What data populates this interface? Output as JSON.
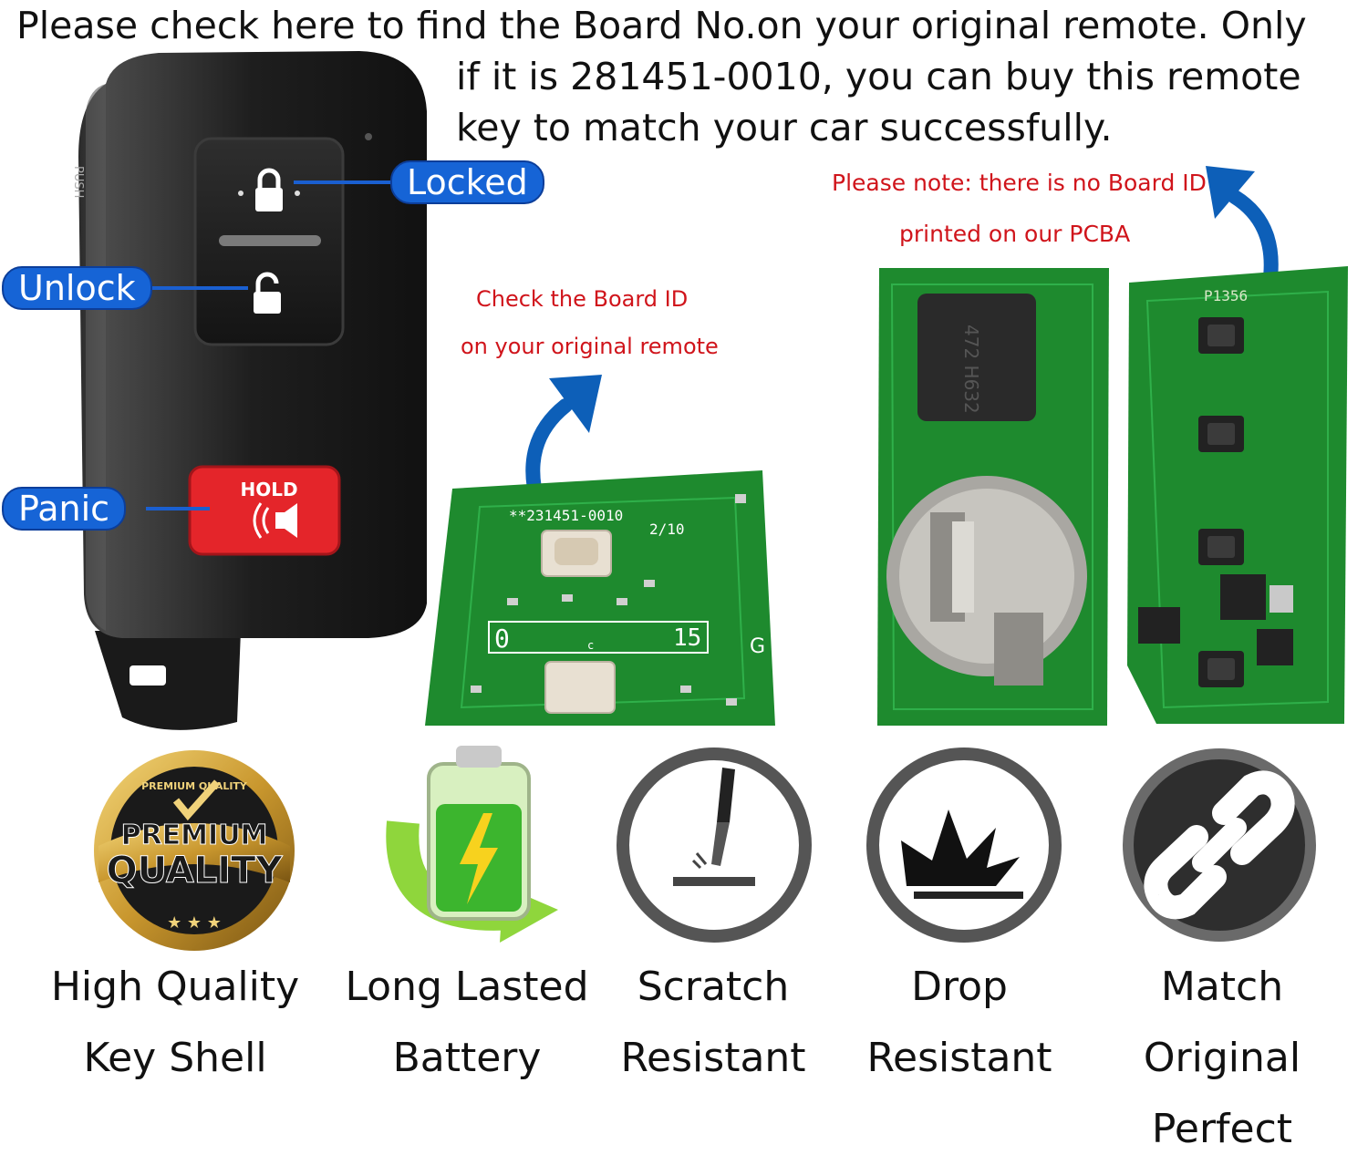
{
  "heading": {
    "line1": "Please check here to find the Board No.on your original remote. Only",
    "line2": "if it is 281451-0010, you can buy this remote",
    "line3": "key to match your car successfully."
  },
  "fob": {
    "callouts": {
      "locked": "Locked",
      "unlock": "Unlock",
      "panic": "Panic"
    },
    "side_label": "PUSH",
    "panic_button_text": "HOLD"
  },
  "notes": {
    "check_line1": "Check the Board ID",
    "check_line2": "on your original remote",
    "pcba_line1": "Please note: there is no Board ID",
    "pcba_line2": "printed on our PCBA"
  },
  "board_markings": {
    "part_no": "**231451-0010",
    "rev": "2/10",
    "left_digit": "0",
    "c": "c",
    "right_num": "15",
    "g": "G",
    "pcba_code": "P1356",
    "chip_code": "472 H632"
  },
  "badge": {
    "top_arc": "PREMIUM QUALITY",
    "word1": "PREMIUM",
    "word2": "QUALITY"
  },
  "features": [
    {
      "line1": "High Quality",
      "line2": "Key Shell",
      "icon": "premium-quality-badge"
    },
    {
      "line1": "Long Lasted",
      "line2": "Battery",
      "icon": "battery-icon"
    },
    {
      "line1": "Scratch",
      "line2": "Resistant",
      "icon": "scratch-icon"
    },
    {
      "line1": "Drop",
      "line2": "Resistant",
      "icon": "drop-icon"
    },
    {
      "line1": "Match Original",
      "line2": "Perfect",
      "icon": "link-icon"
    }
  ],
  "colors": {
    "callout_blue": "#1664d6",
    "note_red": "#d0141b",
    "pcb_green": "#1e8a2e",
    "panic_red": "#e4252a"
  }
}
